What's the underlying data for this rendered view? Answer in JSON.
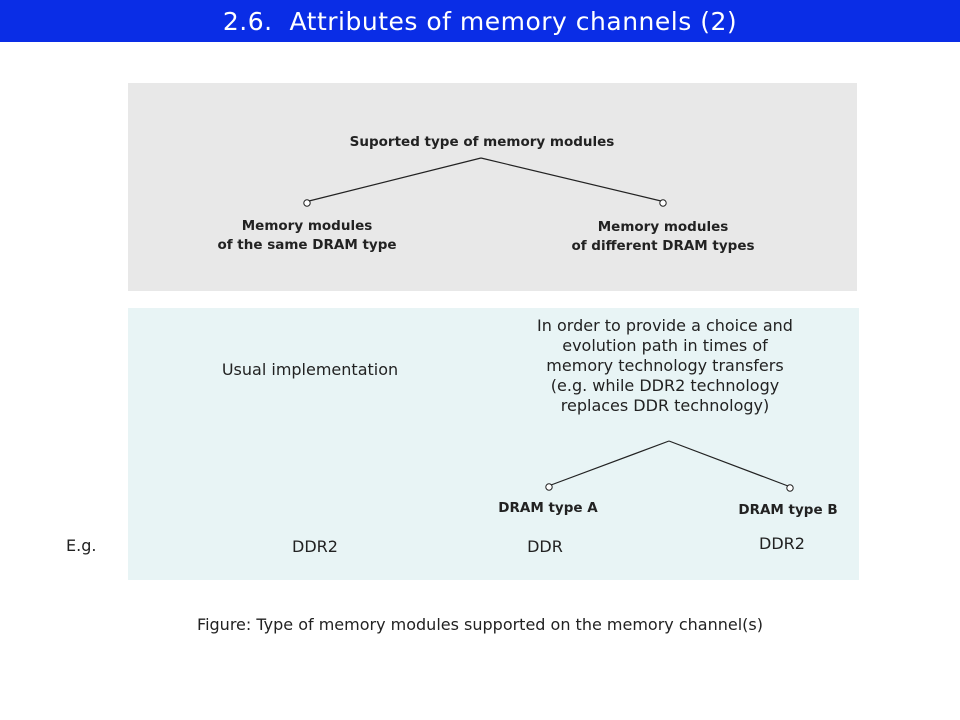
{
  "slide": {
    "title": "2.6.  Attributes of memory channels (2)"
  },
  "tree_top": {
    "root": "Suported type of memory modules",
    "left_line1": "Memory modules",
    "left_line2": "of the same DRAM type",
    "right_line1": "Memory modules",
    "right_line2": "of different DRAM types"
  },
  "lower": {
    "usual": "Usual implementation",
    "reason_lines": [
      "In order to provide a choice and",
      "evolution path in times of",
      "memory technology transfers",
      "(e.g. while DDR2 technology",
      "replaces DDR technology)"
    ],
    "type_a": "DRAM type A",
    "type_b": "DRAM type B",
    "eg_label": "E.g.",
    "eg_left": "DDR2",
    "eg_mid": "DDR",
    "eg_right": "DDR2"
  },
  "caption": "Figure: Type of memory modules supported on the memory channel(s)",
  "colors": {
    "title_bar": "#0a2de6",
    "top_panel": "#e8e8e8",
    "bottom_panel": "#e8f4f5"
  }
}
